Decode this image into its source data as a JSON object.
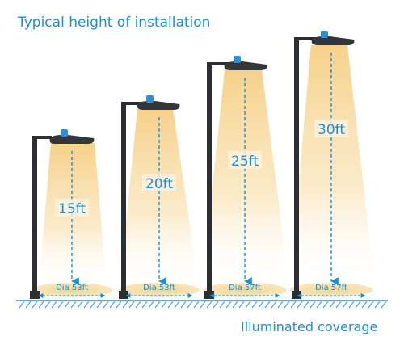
{
  "header": {
    "title": "Typical height of installation"
  },
  "footer": {
    "caption": "Illuminated coverage"
  },
  "poles": [
    {
      "height": "15ft",
      "diameter": "Dia 53ft"
    },
    {
      "height": "20ft",
      "diameter": "Dia 53ft"
    },
    {
      "height": "25ft",
      "diameter": "Dia 57ft"
    },
    {
      "height": "30ft",
      "diameter": "Dia 57ft"
    }
  ],
  "colors": {
    "accent": "#1a8fd6",
    "pole": "#2b2e33",
    "sensor": "#2d8fd8",
    "light_beam": "#f7d48c",
    "ground_pool": "#f5dc9a"
  },
  "icons": [
    "street-light-icon",
    "photocell-sensor-icon",
    "ground-hatch"
  ]
}
